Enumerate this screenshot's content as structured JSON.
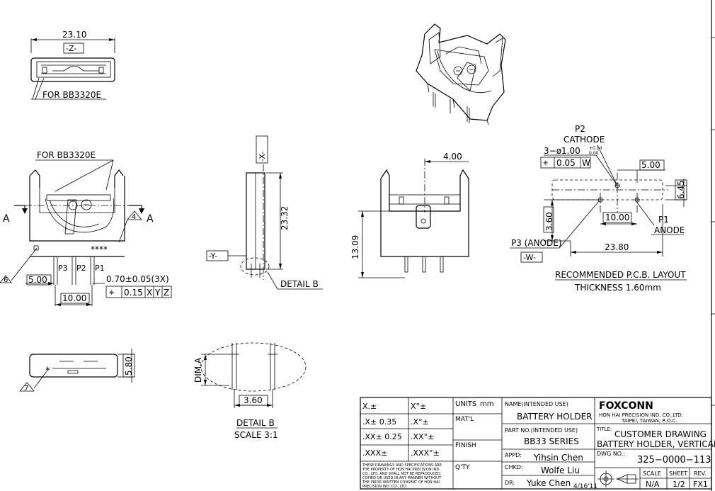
{
  "top_view": {
    "width_dim": "23.10",
    "datum_z": "-Z-",
    "note": "FOR BB3320E"
  },
  "front_view": {
    "note": "FOR BB3320E",
    "section_left": "A",
    "section_right": "A",
    "flag4": "4",
    "flag6": "6",
    "stars": "****",
    "pin_p3": "P3",
    "pin_p2": "P2",
    "pin_p1": "P1",
    "dim_500": "5.00",
    "dim_1000": "10.00",
    "pin_dim": "0.70±0.05(3X)",
    "fcf_symbol": "⌖",
    "fcf_tol": "0.15",
    "fcf_x": "X",
    "fcf_y": "Y",
    "fcf_z": "Z"
  },
  "side_view": {
    "datum_x": "-X-",
    "datum_y": "-Y-",
    "height_dim": "23.32",
    "detail_callout": "DETAIL B"
  },
  "end_view": {
    "top_dim": "4.00",
    "height_dim": "13.09"
  },
  "pcb_layout": {
    "p2": "P2",
    "cathode": "CATHODE",
    "hole_note": "3−ø1.00",
    "hole_tol_plus": "+0.10",
    "hole_tol_minus": "0.00",
    "fcf_symbol": "⌖",
    "fcf_tol": "0.05",
    "fcf_datum": "W",
    "dim_500": "5.00",
    "dim_645": "6.45",
    "dim_360": "3.60",
    "dim_1000": "10.00",
    "p1": "P1",
    "anode": "ANODE",
    "p3_anode": "P3 (ANODE)",
    "datum_w": "-W-",
    "dim_2380": "23.80",
    "title": "RECOMMENDED P.C.B. LAYOUT",
    "thickness": "THICKNESS 1.60mm"
  },
  "bottom_view": {
    "dim_580": "5.80",
    "flag7": "7",
    "mark": "*"
  },
  "detail_b": {
    "dim_a": "DIM.A",
    "dim_360": "3.60",
    "title": "DETAIL B",
    "scale": "SCALE 3:1"
  },
  "title_block": {
    "tol_x": "X.±",
    "tol_xa": "X°±",
    "tol_xx": ".X±   0.35",
    "tol_xxa": ".X°±",
    "tol_xxx": ".XX±  0.25",
    "tol_xxxa": ".XX°±",
    "tol_xxxx": ".XXX±",
    "tol_xxxxa": ".XXX°±",
    "disclaimer1": "THESE DRAWINGS AND SPECIFICATIONS ARE",
    "disclaimer2": "THE PROPERTY OF HON HAI PRECISION IND.",
    "disclaimer3": "CO., LTD. AND SHALL NOT BE REPRODUCED.",
    "disclaimer4": "COPIED OR USED IN ANY MANNER WITHOUT",
    "disclaimer5": "THE PRIOR WRITTEN CONSENT OF HON HAI",
    "disclaimer6": "PRECISION IND. CO., LTD.",
    "units_label": "UNITS",
    "units_value": "mm",
    "matl_label": "MAT'L",
    "finish_label": "FINISH",
    "qty_label": "Q'TY",
    "name_label": "NAME(INTENDED USE)",
    "name_value": "BATTERY HOLDER",
    "partno_label": "PART NO.(INTENDED USE)",
    "partno_value": "BB33 SERIES",
    "appd_label": "APPD:",
    "appd_value": "Yihsin Chen",
    "chkd_label": "CHKD:",
    "chkd_value": "Wolfe Liu",
    "dr_label": "DR:",
    "dr_value": "Yuke Chen",
    "dr_date": "4/16'11",
    "company_logo": "FOXCONN",
    "company_line1": "HON HAI PRECISION IND. CO.,LTD.",
    "company_line2": "TAIPEI, TAIWAN, R.O.C.",
    "title_label": "TITLE:",
    "title_line1": "CUSTOMER  DRAWING",
    "title_line2": "BATTERY HOLDER, VERTICAL",
    "dwg_label": "DWG NO.:",
    "dwg_value": "325−0000−113",
    "scale_label": "SCALE",
    "scale_value": "N/A",
    "sheet_label": "SHEET",
    "sheet_value": "1/2",
    "rev_label": "REV.",
    "rev_value": "FX1"
  }
}
